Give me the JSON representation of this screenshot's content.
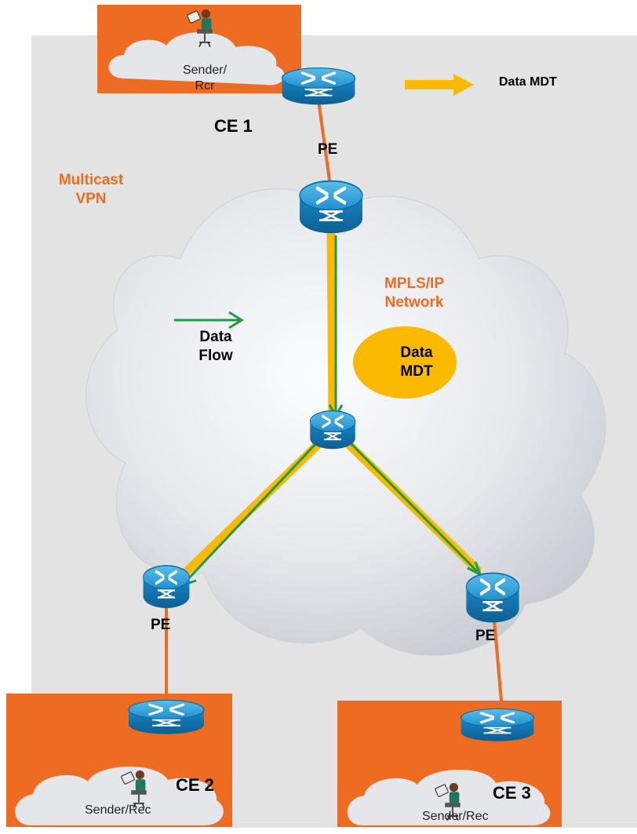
{
  "colors": {
    "background_panel": "#e3e3e3",
    "site_box": "#ee6c22",
    "core_label": "#ee6c22",
    "data_mdt": "#fbb900",
    "data_flow": "#1e9b48",
    "router_body": "#1d8fcc",
    "cloud": "#e4e6ea"
  },
  "legend": {
    "data_mdt_label": "Data MDT"
  },
  "labels": {
    "multicast_vpn": "Multicast VPN",
    "core_network": "MPLS/IP Network",
    "data_flow": "Data Flow",
    "data_mdt_bubble": "Data MDT",
    "pe": "PE",
    "ce1": "CE 1",
    "ce2": "CE 2",
    "ce3": "CE 3",
    "site1_user": "Sender/ Rcr",
    "site2_user": "Sender/Rec",
    "site3_user": "Sender/Rec"
  },
  "icons": {
    "router": "router-icon",
    "user": "user-at-laptop-icon",
    "cloud": "cloud-icon"
  }
}
